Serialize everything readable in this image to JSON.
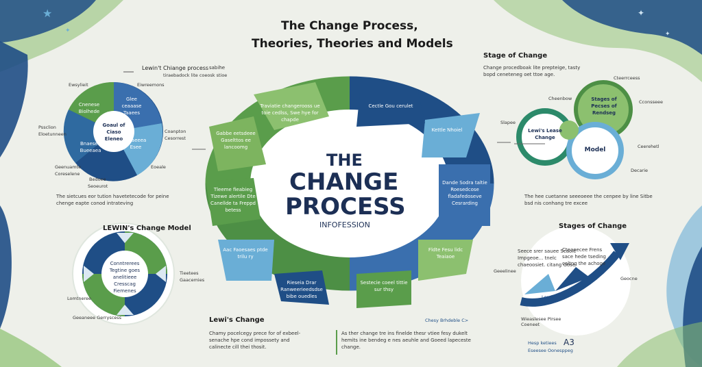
{
  "title_line1": "The Change Process,",
  "title_line2": "Theories, Theories and Models",
  "center": {
    "line1": "THE",
    "line2": "CHANGE",
    "line3": "PROCESS",
    "sub": "INFOFESSION"
  },
  "ring_segments": [
    "Traviatie changerooss ue toie cedlss, Swe hye for chapde",
    "Kettle Nhoiel",
    "Cectle Gou cerulet",
    "Dande Sodra taltie Roesedcose fladafedoseve Cesrarding",
    "Fldte Fesu lidc Teaiaoe",
    "Sestecie coeel tittie sur thsy",
    "Rieseia Drar Ranweerieedsdse bibe ouedles",
    "Aac Faoesaes ptde trilu ry",
    "Tleeme fieabieg Tizewe alertile Dte Canellde ta Freppd betess",
    "Gabbe eetsdeee Gaselttos ee lancoomg"
  ],
  "left_top": {
    "heading": "Lewin't Chiange process",
    "heading_rest": "sabihe",
    "desc": "tiraebadock lite coeosk stioe",
    "center_label": "Goaul of Ciaso Eleneo",
    "labels": [
      "Ewsylieit",
      "Eiwreemons",
      "Pssclion",
      "Eloetunneen",
      "Coanpton",
      "Cesorrest",
      "Geenuamte",
      "Coreselene",
      "Bedoee",
      "Seoeurot",
      "Eoeale"
    ],
    "segments": [
      "Cnenese Biolhede",
      "Glee ceaaase Taaees",
      "Bnaesea Bueeaea",
      "Boaeeea Esee"
    ],
    "caption": "The sietcues eor tution havetetecode for peine chenge eapte conod intrateving"
  },
  "left_bottom": {
    "heading": "LEWIN's Change Model",
    "segments": [
      "Conntrerees",
      "Tegtine goes",
      "anelitieee",
      "Cresscag",
      "Fiemenes"
    ],
    "labels": [
      "Tieetees",
      "Gaacemies",
      "Lomtneree",
      "Geeaneee Gerryscess"
    ]
  },
  "right_top": {
    "heading": "Stage of Change",
    "desc": "Change procedboak lite prepteige, tasty bopd ceneteneg oet ttoe age.",
    "circle_left": "Lewi's Lease Change",
    "circle_right": "Stages of Pecses of Rendseg",
    "circle_bottom": "Model",
    "labels": [
      "Cteerrceess",
      "Cheenbow",
      "Cconsseee",
      "Slapee",
      "Ceerehetl",
      "Decarie"
    ],
    "caption": "The hee cuetanne seeeoeee the cenpee by line Sitbe bsd nis conhang tre excee"
  },
  "right_bottom": {
    "heading": "Stages of Change",
    "desc": "Seece srer sauee Scaole Impgeoe... tnelc chaeoosiet. citang Gose",
    "note": "Cteaeecee Frens sace hede tseding caltng the achoge",
    "labels": [
      "Geeelinee",
      "Lereh",
      "Geocne",
      "Wieaslesee Pirsee Coeneet"
    ],
    "footer_title": "Hesp ketiees",
    "footer_code": "A3",
    "footer_sub": "Eseesee Oonesppeg"
  },
  "bottom": {
    "left_heading": "Lewi's Change",
    "left_text": "Chamy pocelcegy prece for of exbeel- senache hpe cond impossety and calinecte cill thei thosit.",
    "right_heading": "Chesy Brhdeble C>",
    "right_text": "As ther change tre ins finelde thesr vtiee fesy dukelt hemits ine bendeg e nes aeuhle and Goeed lapeceste change."
  },
  "colors": {
    "navy": "#1f4e86",
    "blue": "#3a6fae",
    "green": "#5a9d4b",
    "light_green": "#8cc06f",
    "teal": "#6aaed6",
    "bg": "#eef0ea"
  }
}
